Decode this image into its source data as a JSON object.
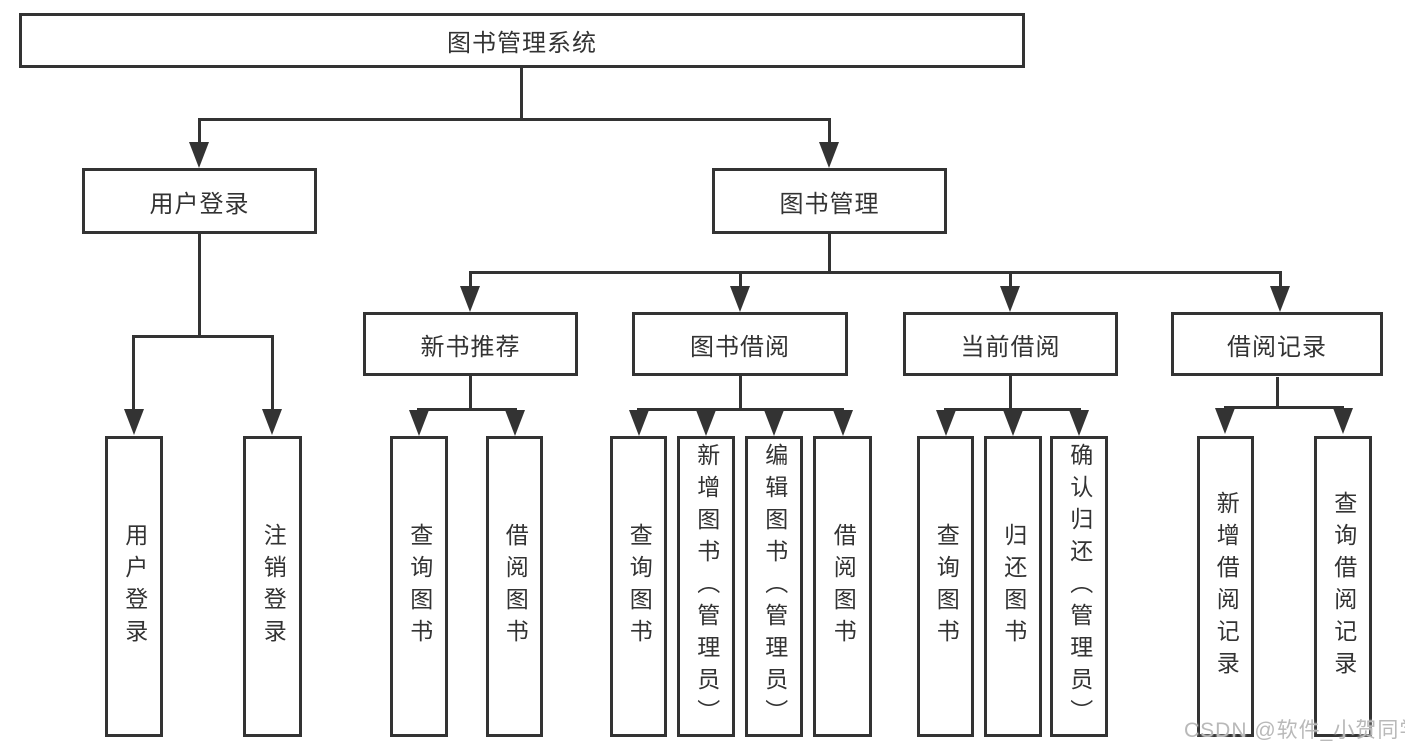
{
  "diagram": {
    "title": "图书管理系统",
    "level2": [
      {
        "label": "用户登录"
      },
      {
        "label": "图书管理"
      }
    ],
    "level3": [
      {
        "label": "新书推荐"
      },
      {
        "label": "图书借阅"
      },
      {
        "label": "当前借阅"
      },
      {
        "label": "借阅记录"
      }
    ],
    "leaves": [
      {
        "label": "用户登录"
      },
      {
        "label": "注销登录"
      },
      {
        "label": "查询图书"
      },
      {
        "label": "借阅图书"
      },
      {
        "label": "查询图书"
      },
      {
        "label": "新增图书（管理员）"
      },
      {
        "label": "编辑图书（管理员）"
      },
      {
        "label": "借阅图书"
      },
      {
        "label": "查询图书"
      },
      {
        "label": "归还图书"
      },
      {
        "label": "确认归还（管理员）"
      },
      {
        "label": "新增借阅记录"
      },
      {
        "label": "查询借阅记录"
      }
    ],
    "watermark": "CSDN @软件_小贺同学",
    "colors": {
      "line": "#333333",
      "text": "#333333",
      "background": "#ffffff",
      "watermark": "#b9b9b9"
    }
  }
}
